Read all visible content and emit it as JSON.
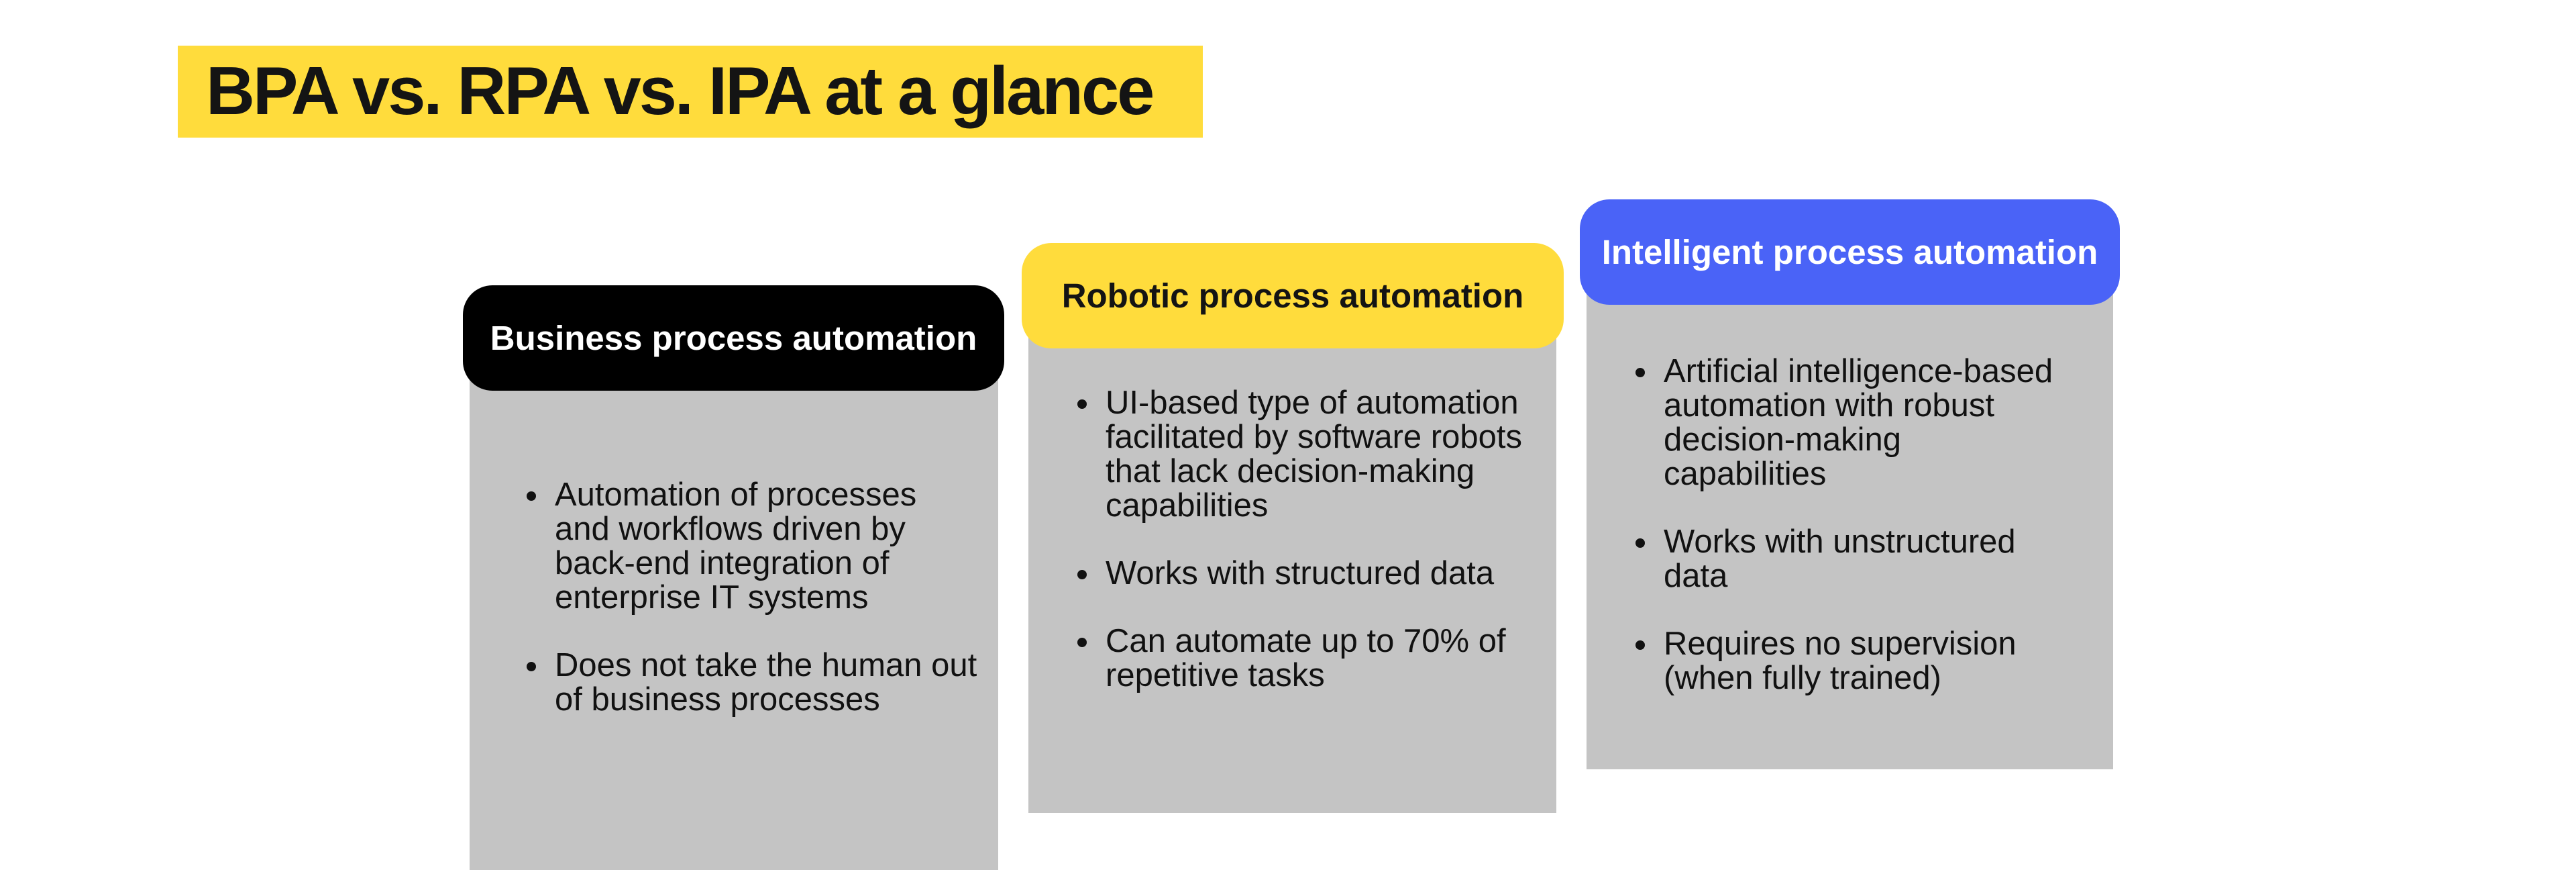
{
  "title": "BPA vs. RPA vs. IPA at a glance",
  "colors": {
    "title_bg": "#FFDC3C",
    "card_body": "#C4C4C4",
    "bpa_header": "#000000",
    "rpa_header": "#FFDC3C",
    "ipa_header": "#4A63F7"
  },
  "cards": [
    {
      "header": "Business process automation",
      "bullets": [
        "Automation of processes and workflows driven by back-end integration of enterprise IT systems",
        "Does not take the human out of business processes"
      ]
    },
    {
      "header": "Robotic process automation",
      "bullets": [
        "UI-based type of automation facilitated by software robots that lack decision-making capabilities",
        "Works with structured data",
        "Can automate up to 70% of repetitive tasks"
      ]
    },
    {
      "header": "Intelligent process automation",
      "bullets": [
        "Artificial intelligence-based automation with robust decision-making capabilities",
        "Works with unstructured data",
        "Requires no supervision (when fully trained)"
      ]
    }
  ]
}
